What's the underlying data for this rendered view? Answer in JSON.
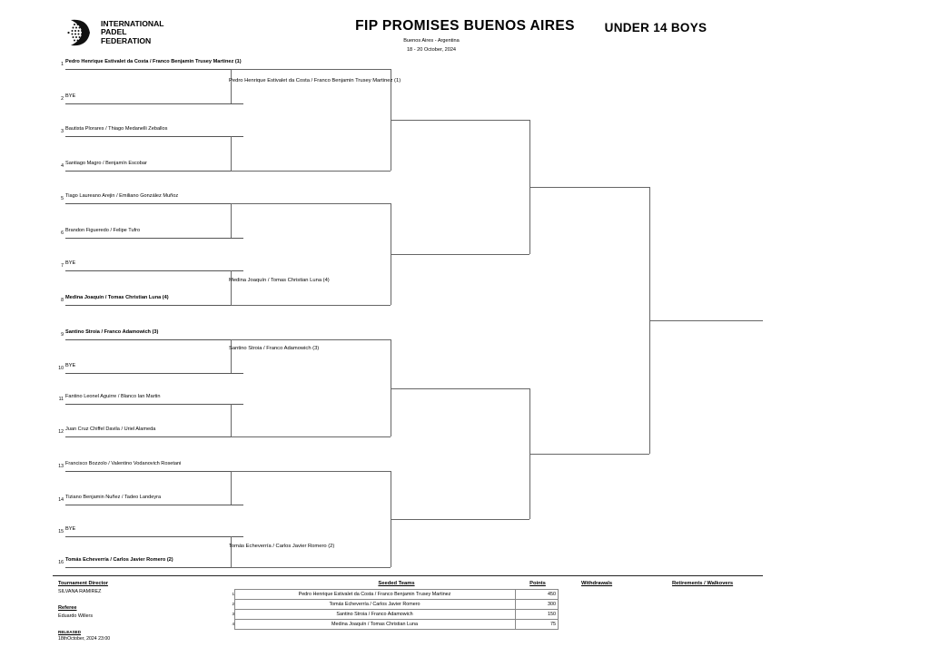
{
  "header": {
    "logo": {
      "line1": "INTERNATIONAL",
      "line2": "PADEL",
      "line3": "FEDERATION"
    },
    "tournament_title": "FIP PROMISES BUENOS AIRES",
    "location": "Buenos Aires - Argentina",
    "dates": "18 - 20 October, 2024",
    "category": "UNDER 14 BOYS"
  },
  "bracket": {
    "round1": [
      {
        "no": "1",
        "name": "Pedro Henrique Estivalet da Costa / Franco Benjamin Trusey Martinez (1)",
        "bold": true
      },
      {
        "no": "2",
        "name": "BYE",
        "bold": false
      },
      {
        "no": "3",
        "name": "Bautista Plorares / Thiago Medanelli Zeballos",
        "bold": false
      },
      {
        "no": "4",
        "name": "Santiago Magro / Benjamín Escobar",
        "bold": false
      },
      {
        "no": "5",
        "name": "Tiago Laureano Arejin / Emiliano González Muñoz",
        "bold": false
      },
      {
        "no": "6",
        "name": "Brandon Figueredo / Felipe Tufro",
        "bold": false
      },
      {
        "no": "7",
        "name": "BYE",
        "bold": false
      },
      {
        "no": "8",
        "name": "Medina Joaquín / Tomas Christian Luna (4)",
        "bold": true
      },
      {
        "no": "9",
        "name": "Santino Stroia / Franco Adamowich (3)",
        "bold": true
      },
      {
        "no": "10",
        "name": "BYE",
        "bold": false
      },
      {
        "no": "11",
        "name": "Fantino Leonel Aguirre / Blanco Ian Martin",
        "bold": false
      },
      {
        "no": "12",
        "name": "Juan Cruz Chiffel Davila / Uriel Alameda",
        "bold": false
      },
      {
        "no": "13",
        "name": "Francisco Bozzolo / Valentino Vodanovich Rosetani",
        "bold": false
      },
      {
        "no": "14",
        "name": "Tiziano Benjamin Nuñez / Tadeo Landeyra",
        "bold": false
      },
      {
        "no": "15",
        "name": "BYE",
        "bold": false
      },
      {
        "no": "16",
        "name": "Tomás Echeverría / Carlos Javier Romero (2)",
        "bold": true
      }
    ],
    "round2": [
      {
        "name": "Pedro Henrique Estivalet da Costa / Franco Benjamin Trusey Martinez (1)"
      },
      {
        "name": ""
      },
      {
        "name": "Medina Joaquín / Tomas Christian Luna (4)"
      },
      {
        "name": "Santino Stroia / Franco Adamowich (3)"
      },
      {
        "name": ""
      },
      {
        "name": "Tomás Echeverría / Carlos Javier Romero (2)"
      }
    ]
  },
  "footer": {
    "tournament_director_label": "Tournament Director",
    "tournament_director_name": "SILVANA RAMIREZ",
    "referee_label": "Referee",
    "referee_name": "Eduardo Willers",
    "released_label": "RELEASED",
    "released_value": "18thOctober, 2024 23:00",
    "seeded_teams_header": "Seeded Teams",
    "points_header": "Points",
    "seeded_teams": [
      {
        "no": "1",
        "name": "Pedro Henrique Estivalet da Costa / Franco Benjamin Trusey Martinez",
        "points": "450"
      },
      {
        "no": "2",
        "name": "Tomás Echeverría / Carlos Javier Romero",
        "points": "300"
      },
      {
        "no": "3",
        "name": "Santino Stroia / Franco Adamowich",
        "points": "150"
      },
      {
        "no": "4",
        "name": "Medina Joaquín / Tomas Christian Luna",
        "points": "75"
      }
    ],
    "withdrawals_header": "Withdrawals",
    "retirements_header": "Retirements / Walkovers"
  }
}
